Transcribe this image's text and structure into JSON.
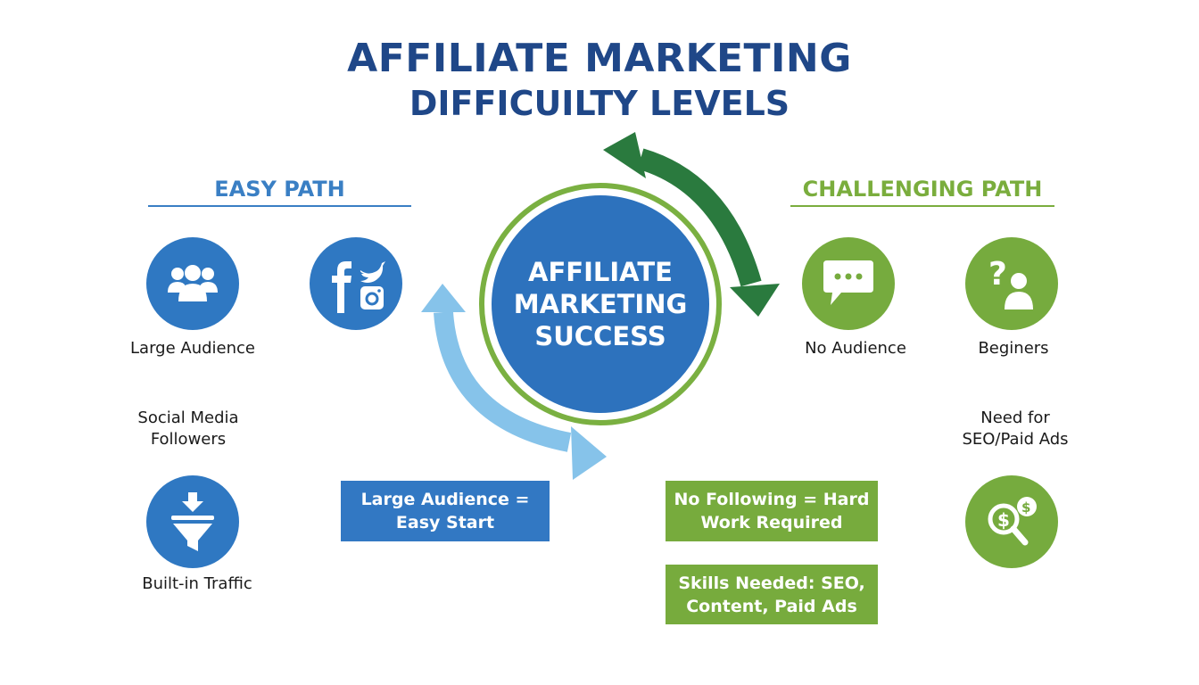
{
  "title": {
    "line1": "AFFILIATE MARKETING",
    "line2": "DIFFICUILTY LEVELS"
  },
  "center": {
    "lines": [
      "AFFILIATE",
      "MARKETING",
      "SUCCESS"
    ]
  },
  "easy_path": {
    "heading": "EASY PATH",
    "color": "#3a7fc4",
    "items": [
      {
        "icon": "group-people-icon",
        "label": "Large Audience"
      },
      {
        "icon": "social-media-icon",
        "label": "Social Media Followers",
        "label_lines": [
          "Social Media",
          "Followers"
        ]
      },
      {
        "icon": "funnel-icon",
        "label": "Built-in Traffic"
      }
    ],
    "callout": {
      "lines": [
        "Large Audience =",
        "Easy Start"
      ]
    }
  },
  "challenging_path": {
    "heading": "CHALLENGING PATH",
    "color": "#7aad3d",
    "items": [
      {
        "icon": "chat-bubble-icon",
        "label": "No Audience"
      },
      {
        "icon": "question-person-icon",
        "label": "Beginers"
      },
      {
        "icon": "search-money-icon",
        "label": "Need for SEO/Paid Ads",
        "label_lines": [
          "Need for",
          "SEO/Paid Ads"
        ]
      }
    ],
    "callouts": [
      {
        "lines": [
          "No Following = Hard",
          "Work Required"
        ]
      },
      {
        "lines": [
          "Skills Needed: SEO,",
          "Content, Paid Ads"
        ]
      }
    ]
  },
  "colors": {
    "title": "#1f4788",
    "blue": "#2f78c2",
    "green": "#76ab3e",
    "dark_green_arrow": "#2a7a3e",
    "light_blue_arrow": "#86c3ea",
    "ring_green": "#7ab041"
  }
}
